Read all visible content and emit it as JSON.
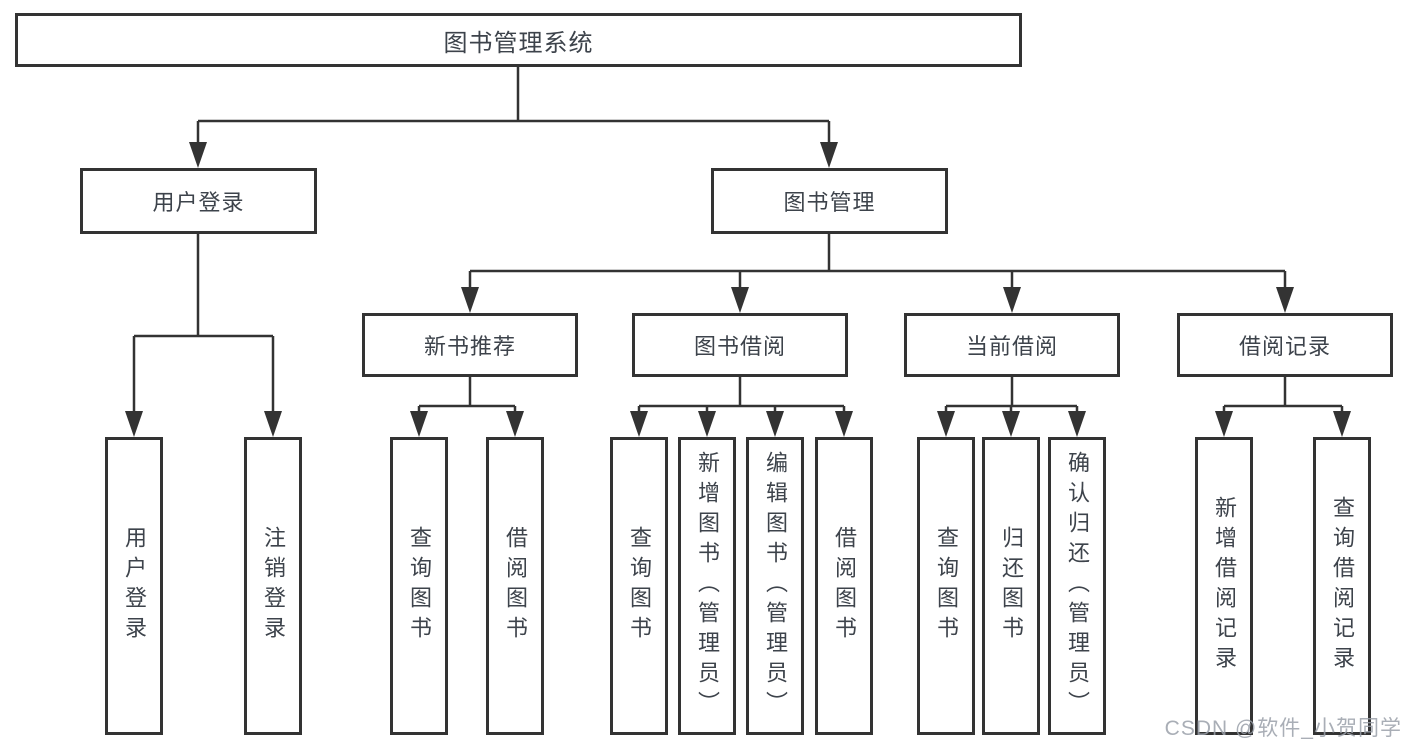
{
  "tree": {
    "label": "图书管理系统",
    "children": [
      {
        "label": "用户登录",
        "children": [
          {
            "label": "用户登录"
          },
          {
            "label": "注销登录"
          }
        ]
      },
      {
        "label": "图书管理",
        "children": [
          {
            "label": "新书推荐",
            "children": [
              {
                "label": "查询图书"
              },
              {
                "label": "借阅图书"
              }
            ]
          },
          {
            "label": "图书借阅",
            "children": [
              {
                "label": "查询图书"
              },
              {
                "label": "新增图书（管理员）"
              },
              {
                "label": "编辑图书（管理员）"
              },
              {
                "label": "借阅图书"
              }
            ]
          },
          {
            "label": "当前借阅",
            "children": [
              {
                "label": "查询图书"
              },
              {
                "label": "归还图书"
              },
              {
                "label": "确认归还（管理员）"
              }
            ]
          },
          {
            "label": "借阅记录",
            "children": [
              {
                "label": "新增借阅记录"
              },
              {
                "label": "查询借阅记录"
              }
            ]
          }
        ]
      }
    ]
  },
  "watermark": {
    "text": "CSDN @软件_小贺同学"
  },
  "colors": {
    "line": "#333333",
    "box_border": "#333333",
    "text": "#3d434b",
    "background": "#ffffff",
    "watermark": "#9aa0a9"
  }
}
